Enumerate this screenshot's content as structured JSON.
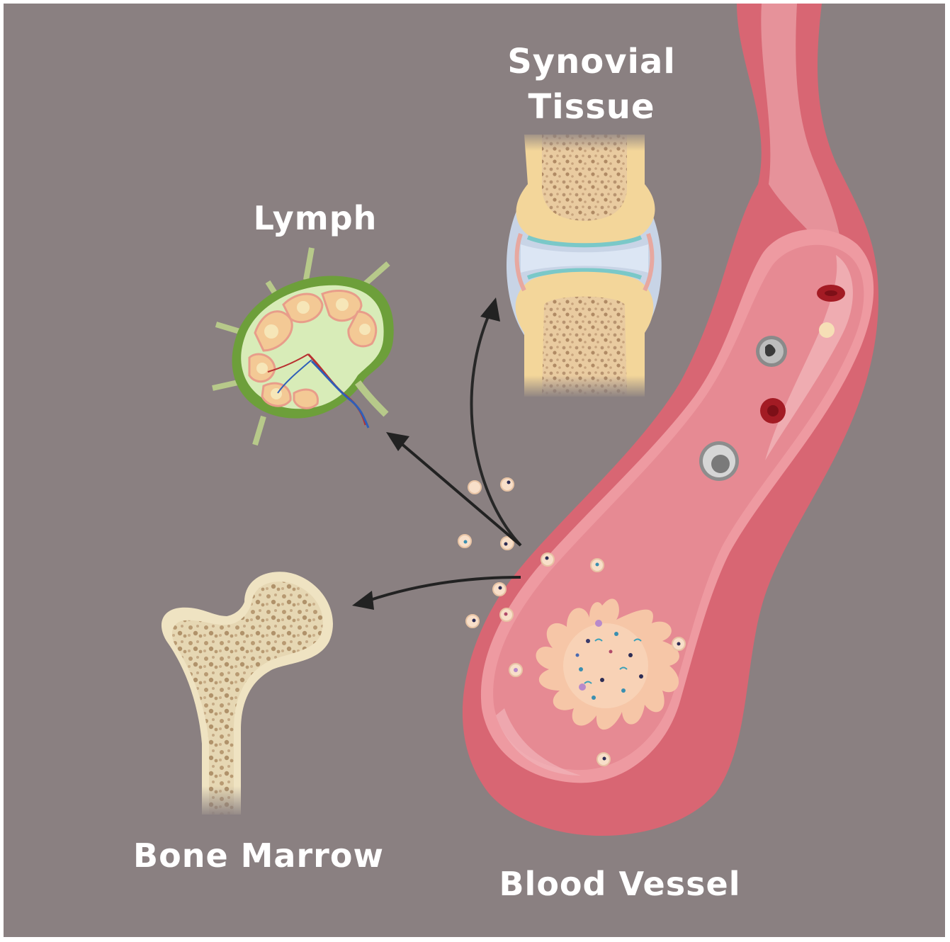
{
  "labels": {
    "synovial_line1": "Synovial",
    "synovial_line2": "Tissue",
    "lymph": "Lymph",
    "bone_marrow": "Bone Marrow",
    "blood_vessel": "Blood Vessel"
  },
  "colors": {
    "background": "#8a8081",
    "vessel": "#e0737d",
    "vessel_light": "#eca0a6",
    "bone": "#e8d9b5",
    "lymph_capsule": "#6d9f3a",
    "arrow": "#222222"
  }
}
